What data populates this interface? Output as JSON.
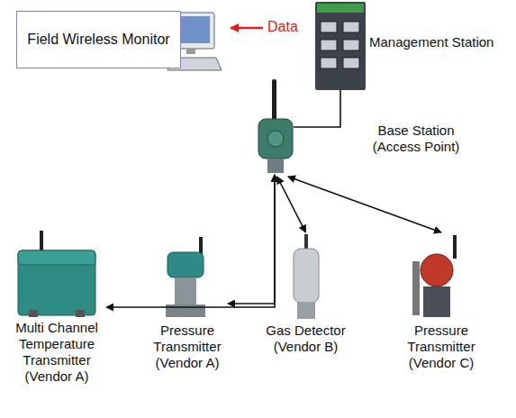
{
  "diagram": {
    "nodes": [
      {
        "text": [
          "Field Wireless Monitor"
        ]
      },
      {
        "text": [
          "Management Station"
        ]
      },
      {
        "text": [
          "Base Station (Access Point)"
        ]
      },
      {
        "text": [
          "Multi Channel Temperature Transmitter (Vendor A)"
        ]
      },
      {
        "text": [
          "Pressure Transmitter (Vendor A)"
        ]
      },
      {
        "text": [
          "Gas Detector (Vendor B)"
        ]
      },
      {
        "text": [
          "Pressure Transmitter (Vendor C)"
        ]
      }
    ],
    "edges": [
      {
        "from": 1,
        "to": 2,
        "arrow": "none"
      },
      {
        "from": 2,
        "to": 3,
        "arrow": "both"
      },
      {
        "from": 2,
        "to": 4,
        "arrow": "both"
      },
      {
        "from": 2,
        "to": 5,
        "arrow": "both"
      },
      {
        "from": 2,
        "to": 6,
        "arrow": "both"
      }
    ],
    "labels": [
      "Data"
    ]
  }
}
